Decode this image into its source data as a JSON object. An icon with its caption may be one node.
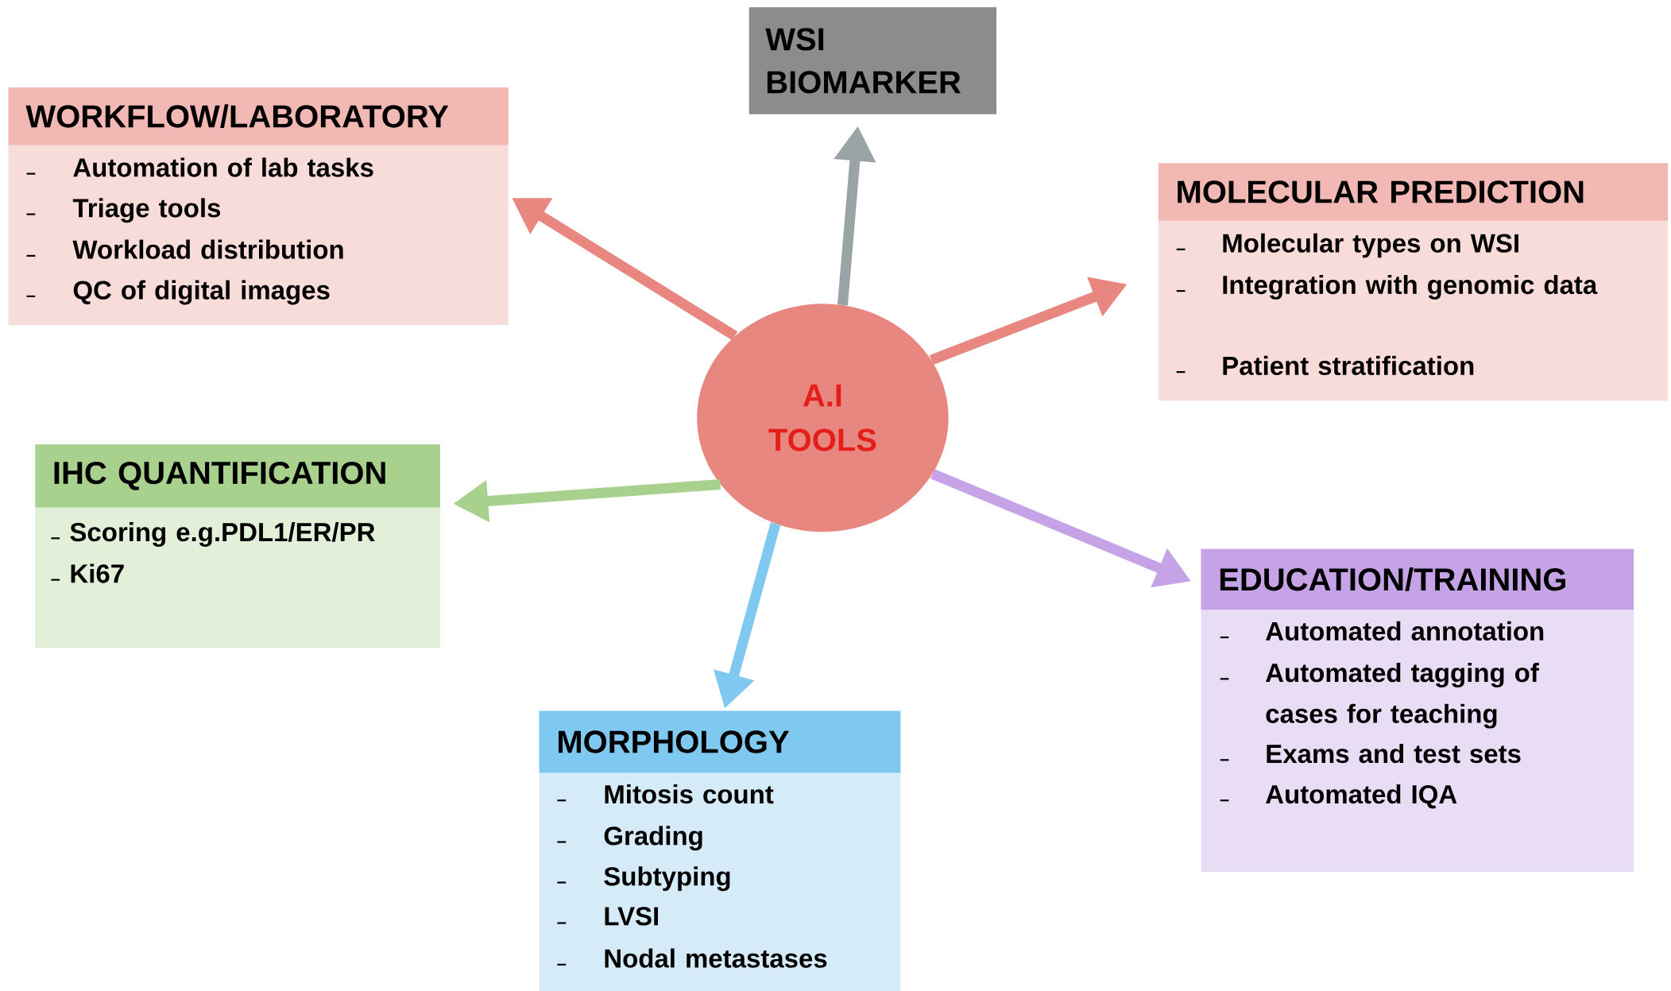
{
  "diagram": {
    "nodes": [
      {
        "text": [
          "WSI BIOMARKER"
        ]
      },
      {
        "text": [
          "WORKFLOW/LABORATORY",
          "Automation of lab tasks",
          "Triage tools",
          "Workload distribution",
          "QC of digital images"
        ]
      },
      {
        "text": [
          "MOLECULAR PREDICTION",
          "Molecular types on WSI",
          "Integration with genomic data",
          "Patient stratification"
        ]
      },
      {
        "text": [
          "A.I TOOLS"
        ]
      },
      {
        "text": [
          "IHC QUANTIFICATION",
          "Scoring e.g.PDL1/ER/PR",
          "Ki67"
        ]
      },
      {
        "text": [
          "EDUCATION/TRAINING",
          "Automated annotation",
          "Automated tagging of cases for teaching",
          "Exams and test sets",
          "Automated IQA"
        ]
      },
      {
        "text": [
          "MORPHOLOGY",
          "Mitosis count",
          "Grading",
          "Subtyping",
          "LVSI",
          "Nodal metastases"
        ]
      }
    ],
    "edges": [
      {
        "from": 3,
        "to": 0,
        "arrow": "to",
        "color": "#9aa3a6"
      },
      {
        "from": 3,
        "to": 1,
        "arrow": "to",
        "color": "#e8877f"
      },
      {
        "from": 3,
        "to": 2,
        "arrow": "to",
        "color": "#e8877f"
      },
      {
        "from": 3,
        "to": 4,
        "arrow": "to",
        "color": "#a9d18e"
      },
      {
        "from": 3,
        "to": 5,
        "arrow": "to",
        "color": "#c5a3e6"
      },
      {
        "from": 3,
        "to": 6,
        "arrow": "to",
        "color": "#7fc8ef"
      }
    ]
  }
}
